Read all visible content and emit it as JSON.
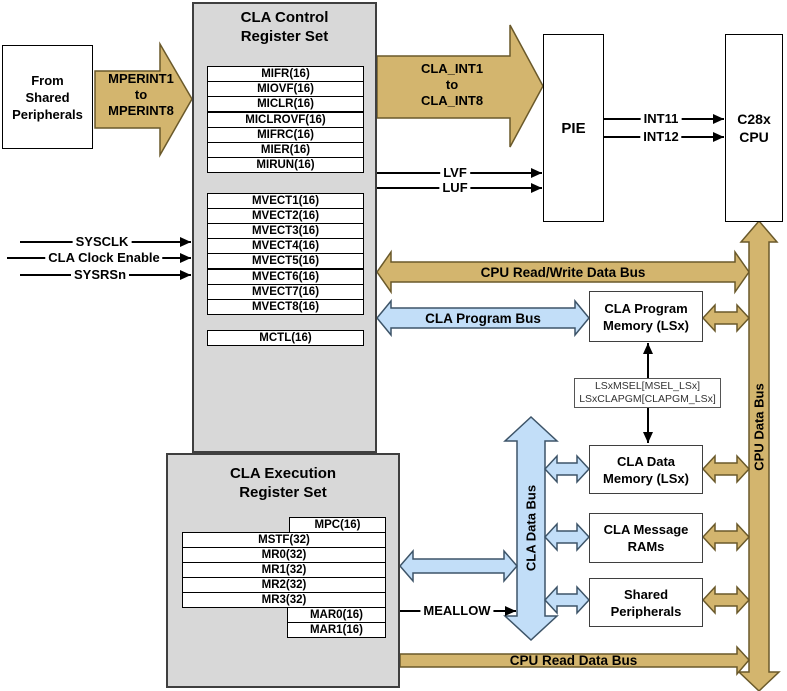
{
  "colors": {
    "tan": "#D3B56E",
    "tan-border": "#6A592A",
    "blue": "#C2DEF8",
    "blue-border": "#3D5468",
    "panel-gray": "#D8D8D8",
    "panel-border": "#3F3F3F"
  },
  "blocks": {
    "from_peripherals": {
      "label": [
        "From",
        "Shared",
        "Peripherals"
      ]
    },
    "control_set": {
      "title": [
        "CLA Control",
        "Register Set"
      ]
    },
    "execution_set": {
      "title": [
        "CLA Execution",
        "Register Set"
      ]
    },
    "pie": {
      "label": "PIE"
    },
    "cpu": {
      "label": [
        "C28x",
        "CPU"
      ]
    },
    "program_memory": {
      "label": [
        "CLA Program",
        "Memory (LSx)"
      ]
    },
    "memory_select": {
      "label": [
        "LSxMSEL[MSEL_LSx]",
        "LSxCLAPGM[CLAPGM_LSx]"
      ]
    },
    "data_memory": {
      "label": [
        "CLA Data",
        "Memory (LSx)"
      ]
    },
    "message_rams": {
      "label": [
        "CLA Message",
        "RAMs"
      ]
    },
    "shared_peripherals": {
      "label": [
        "Shared",
        "Peripherals"
      ]
    }
  },
  "registers": {
    "interrupt": [
      "MIFR(16)",
      "MIOVF(16)",
      "MICLR(16)",
      "MICLROVF(16)",
      "MIFRC(16)",
      "MIER(16)",
      "MIRUN(16)"
    ],
    "vectors": [
      "MVECT1(16)",
      "MVECT2(16)",
      "MVECT3(16)",
      "MVECT4(16)",
      "MVECT5(16)",
      "MVECT6(16)",
      "MVECT7(16)",
      "MVECT8(16)"
    ],
    "control": "MCTL(16)",
    "program_counter": "MPC(16)",
    "execution": [
      "MSTF(32)",
      "MR0(32)",
      "MR1(32)",
      "MR2(32)",
      "MR3(32)"
    ],
    "auxiliary": [
      "MAR0(16)",
      "MAR1(16)"
    ]
  },
  "arrows": {
    "mperint": [
      "MPERINT1",
      "to",
      "MPERINT8"
    ],
    "cla_int": [
      "CLA_INT1",
      "to",
      "CLA_INT8"
    ]
  },
  "buses": {
    "cpu_rw": "CPU Read/Write Data Bus",
    "cla_program": "CLA Program Bus",
    "cla_data": "CLA Data Bus",
    "cpu_data": "CPU Data Bus",
    "cpu_read": "CPU Read Data Bus"
  },
  "signals": {
    "sysclk": "SYSCLK",
    "cla_clock_enable": "CLA Clock Enable",
    "sysrsn": "SYSRSn",
    "lvf": "LVF",
    "luf": "LUF",
    "int11": "INT11",
    "int12": "INT12",
    "meallow": "MEALLOW"
  }
}
